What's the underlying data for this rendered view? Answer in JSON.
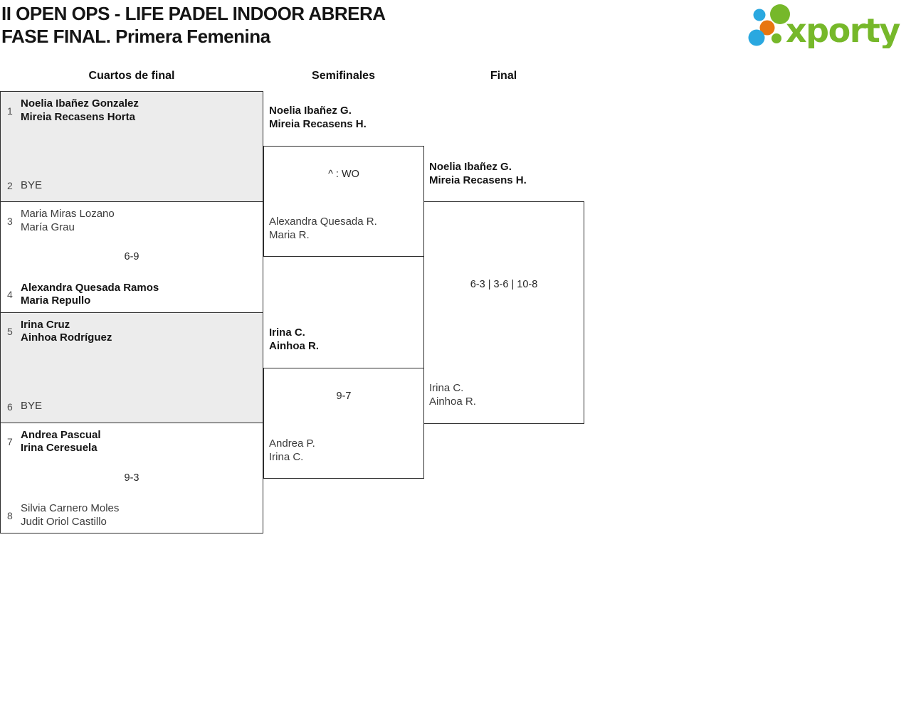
{
  "header": {
    "title_line1": "II OPEN OPS - LIFE PADEL INDOOR ABRERA",
    "title_line2": "FASE FINAL. Primera Femenina",
    "logo_text": "xporty"
  },
  "columns": {
    "quarterfinals": "Cuartos de final",
    "semifinals": "Semifinales",
    "final": "Final"
  },
  "colors": {
    "logo_green": "#76b82a",
    "logo_blue": "#2aa8e0",
    "logo_orange": "#e87611",
    "bye_match_bg": "#ececec",
    "line_border": "#2e2e2e"
  },
  "bracket": {
    "quarterfinals": [
      {
        "top_seed": "1",
        "top_line1": "Noelia Ibañez Gonzalez",
        "top_line2": "Mireia Recasens Horta",
        "score": "",
        "bottom_seed": "2",
        "bottom_line1": "BYE",
        "bottom_line2": ""
      },
      {
        "top_seed": "3",
        "top_line1": "Maria Miras Lozano",
        "top_line2": "María Grau",
        "score": "6-9",
        "bottom_seed": "4",
        "bottom_line1": "Alexandra Quesada Ramos",
        "bottom_line2": "Maria Repullo"
      },
      {
        "top_seed": "5",
        "top_line1": "Irina Cruz",
        "top_line2": "Ainhoa Rodríguez",
        "score": "",
        "bottom_seed": "6",
        "bottom_line1": "BYE",
        "bottom_line2": ""
      },
      {
        "top_seed": "7",
        "top_line1": "Andrea Pascual",
        "top_line2": "Irina Ceresuela",
        "score": "9-3",
        "bottom_seed": "8",
        "bottom_line1": "Silvia Carnero Moles",
        "bottom_line2": "Judit Oriol Castillo"
      }
    ],
    "semifinals": [
      {
        "top_line1": "Noelia Ibañez G.",
        "top_line2": "Mireia Recasens H.",
        "score": "^ : WO",
        "bottom_line1": "Alexandra Quesada R.",
        "bottom_line2": "Maria R."
      },
      {
        "top_line1": "Irina C.",
        "top_line2": "Ainhoa R.",
        "score": "9-7",
        "bottom_line1": "Andrea P.",
        "bottom_line2": "Irina C."
      }
    ],
    "final": {
      "top_line1": "Noelia Ibañez G.",
      "top_line2": "Mireia Recasens H.",
      "score": "6-3 | 3-6 | 10-8",
      "bottom_line1": "Irina C.",
      "bottom_line2": "Ainhoa R."
    }
  }
}
